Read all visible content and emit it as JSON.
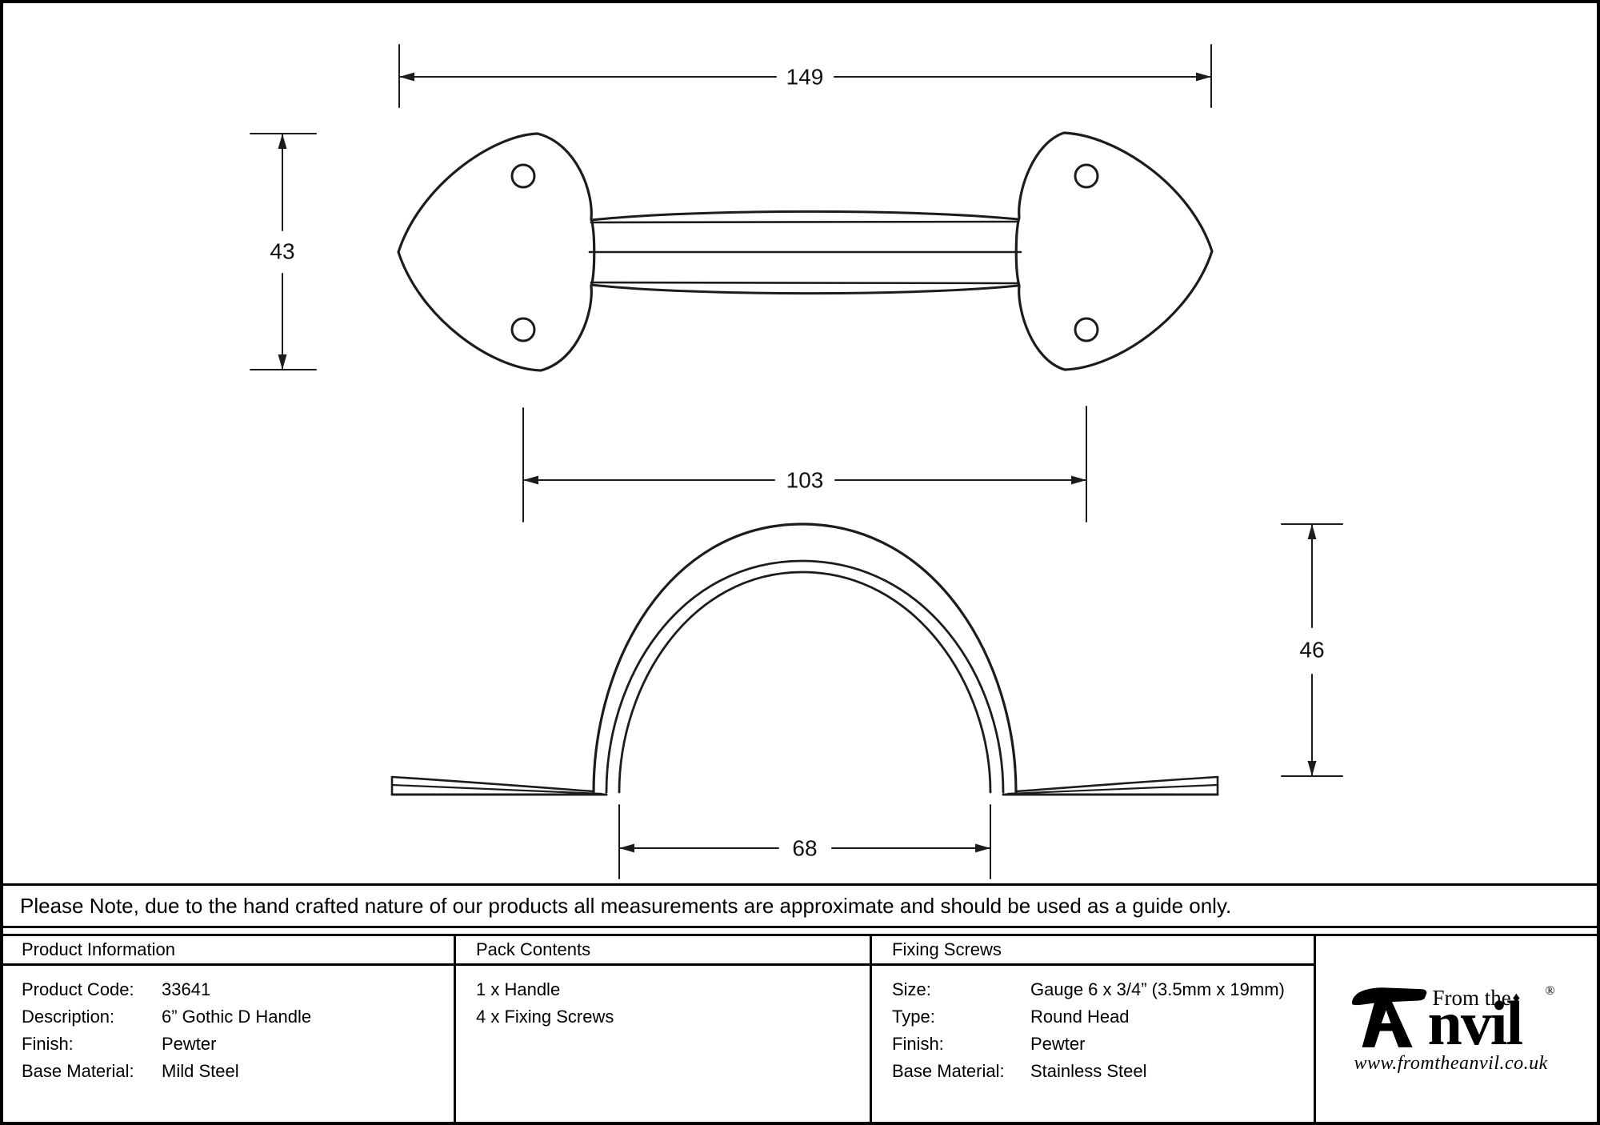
{
  "drawing": {
    "dimensions": {
      "overall_length": "149",
      "plate_height": "43",
      "hole_spacing": "103",
      "arch_height": "46",
      "arch_inner_width": "68"
    }
  },
  "note": {
    "text": "Please Note, due to the hand crafted nature of our products all measurements are approximate and should be used as a guide only."
  },
  "table": {
    "product_information": {
      "title": "Product Information",
      "rows": [
        {
          "label": "Product Code:",
          "value": "33641"
        },
        {
          "label": "Description:",
          "value": "6” Gothic D Handle"
        },
        {
          "label": "Finish:",
          "value": "Pewter"
        },
        {
          "label": "Base Material:",
          "value": "Mild Steel"
        }
      ]
    },
    "pack_contents": {
      "title": "Pack Contents",
      "items": [
        "1 x Handle",
        "4 x Fixing Screws"
      ]
    },
    "fixing_screws": {
      "title": "Fixing Screws",
      "rows": [
        {
          "label": "Size:",
          "value": "Gauge 6 x 3/4” (3.5mm x 19mm)"
        },
        {
          "label": "Type:",
          "value": "Round Head"
        },
        {
          "label": "Finish:",
          "value": "Pewter"
        },
        {
          "label": "Base Material:",
          "value": "Stainless Steel"
        }
      ]
    }
  },
  "logo": {
    "from_the": "From the",
    "diamond": "♦",
    "brand_rest": "nvil",
    "registered": "®",
    "website": "www.fromtheanvil.co.uk"
  }
}
